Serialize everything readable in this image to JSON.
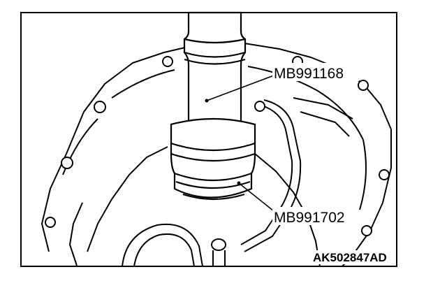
{
  "callouts": {
    "tool_upper": "MB991168",
    "tool_lower": "MB991702"
  },
  "figure_code": "AK502847AD"
}
